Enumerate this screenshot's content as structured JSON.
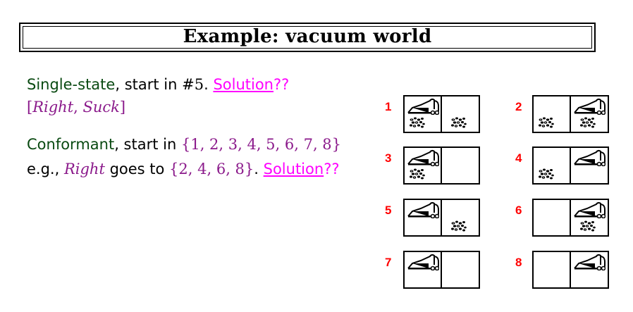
{
  "title": "Example:  vacuum world",
  "single_state": {
    "label": "Single-state",
    "text": ", start in ",
    "state": "#5",
    "after": ". ",
    "solution_link": "Solution",
    "qq": "??",
    "answer_open": "[",
    "answer_a": "Right",
    "answer_comma": ", ",
    "answer_b": "Suck",
    "answer_close": "]"
  },
  "conformant": {
    "label": "Conformant",
    "text": ", start in ",
    "set": "{1, 2, 3, 4, 5, 6, 7, 8}",
    "eg": "e.g., ",
    "action": "Right",
    "goes": " goes to ",
    "result_set": "{2, 4, 6, 8}",
    "after": ".  ",
    "solution_link": "Solution",
    "qq": "??"
  },
  "states": [
    {
      "label": "1",
      "vacuum": "left",
      "dirt": [
        "left",
        "right"
      ]
    },
    {
      "label": "2",
      "vacuum": "right",
      "dirt": [
        "left",
        "right"
      ]
    },
    {
      "label": "3",
      "vacuum": "left",
      "dirt": [
        "left"
      ]
    },
    {
      "label": "4",
      "vacuum": "right",
      "dirt": [
        "left"
      ]
    },
    {
      "label": "5",
      "vacuum": "left",
      "dirt": [
        "right"
      ]
    },
    {
      "label": "6",
      "vacuum": "right",
      "dirt": [
        "right"
      ]
    },
    {
      "label": "7",
      "vacuum": "left",
      "dirt": []
    },
    {
      "label": "8",
      "vacuum": "right",
      "dirt": []
    }
  ],
  "icons": {
    "vacuum": "vacuum-icon",
    "dirt": "dirt-icon"
  },
  "colors": {
    "green": "#0a4a12",
    "magenta": "#ff00ff",
    "purple": "#8b1a8b",
    "state_label": "#ff0000"
  }
}
